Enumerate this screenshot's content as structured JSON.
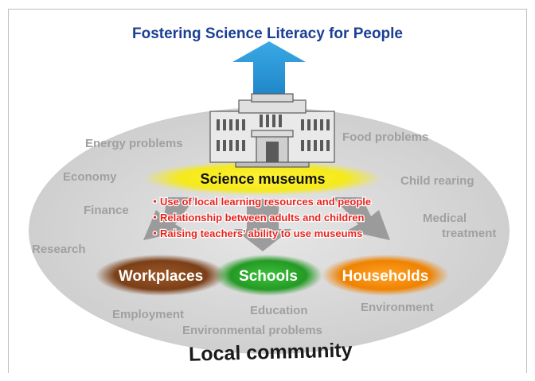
{
  "title": "Fostering Science Literacy for People",
  "center_label": "Science museums",
  "bullets": [
    "・Use of local learning resources and people",
    "・Relationship between adults and children",
    "・Raising teachers’ ability to use museums"
  ],
  "groups": {
    "workplaces": "Workplaces",
    "schools": "Schools",
    "households": "Households"
  },
  "topics": {
    "energy": "Energy problems",
    "food": "Food problems",
    "economy": "Economy",
    "child_rearing": "Child rearing",
    "finance": "Finance",
    "medical_1": "Medical",
    "medical_2": "treatment",
    "research": "Research",
    "employment": "Employment",
    "education": "Education",
    "environment": "Environment",
    "env_problems": "Environmental problems"
  },
  "community_label": "Local community",
  "colors": {
    "title": "#1c3f94",
    "arrow_up": "#3aa3de",
    "ellipse": "#d8d8d8",
    "highlight": "#f5ea1a",
    "bullet_text": "#e8221c",
    "topic_text": "#9a9a9a",
    "workplaces": "#8a4a1e",
    "schools": "#2aa02a",
    "households": "#f08a00"
  },
  "icons": {
    "museum": "museum-building-icon",
    "up_arrow": "up-arrow-icon"
  }
}
